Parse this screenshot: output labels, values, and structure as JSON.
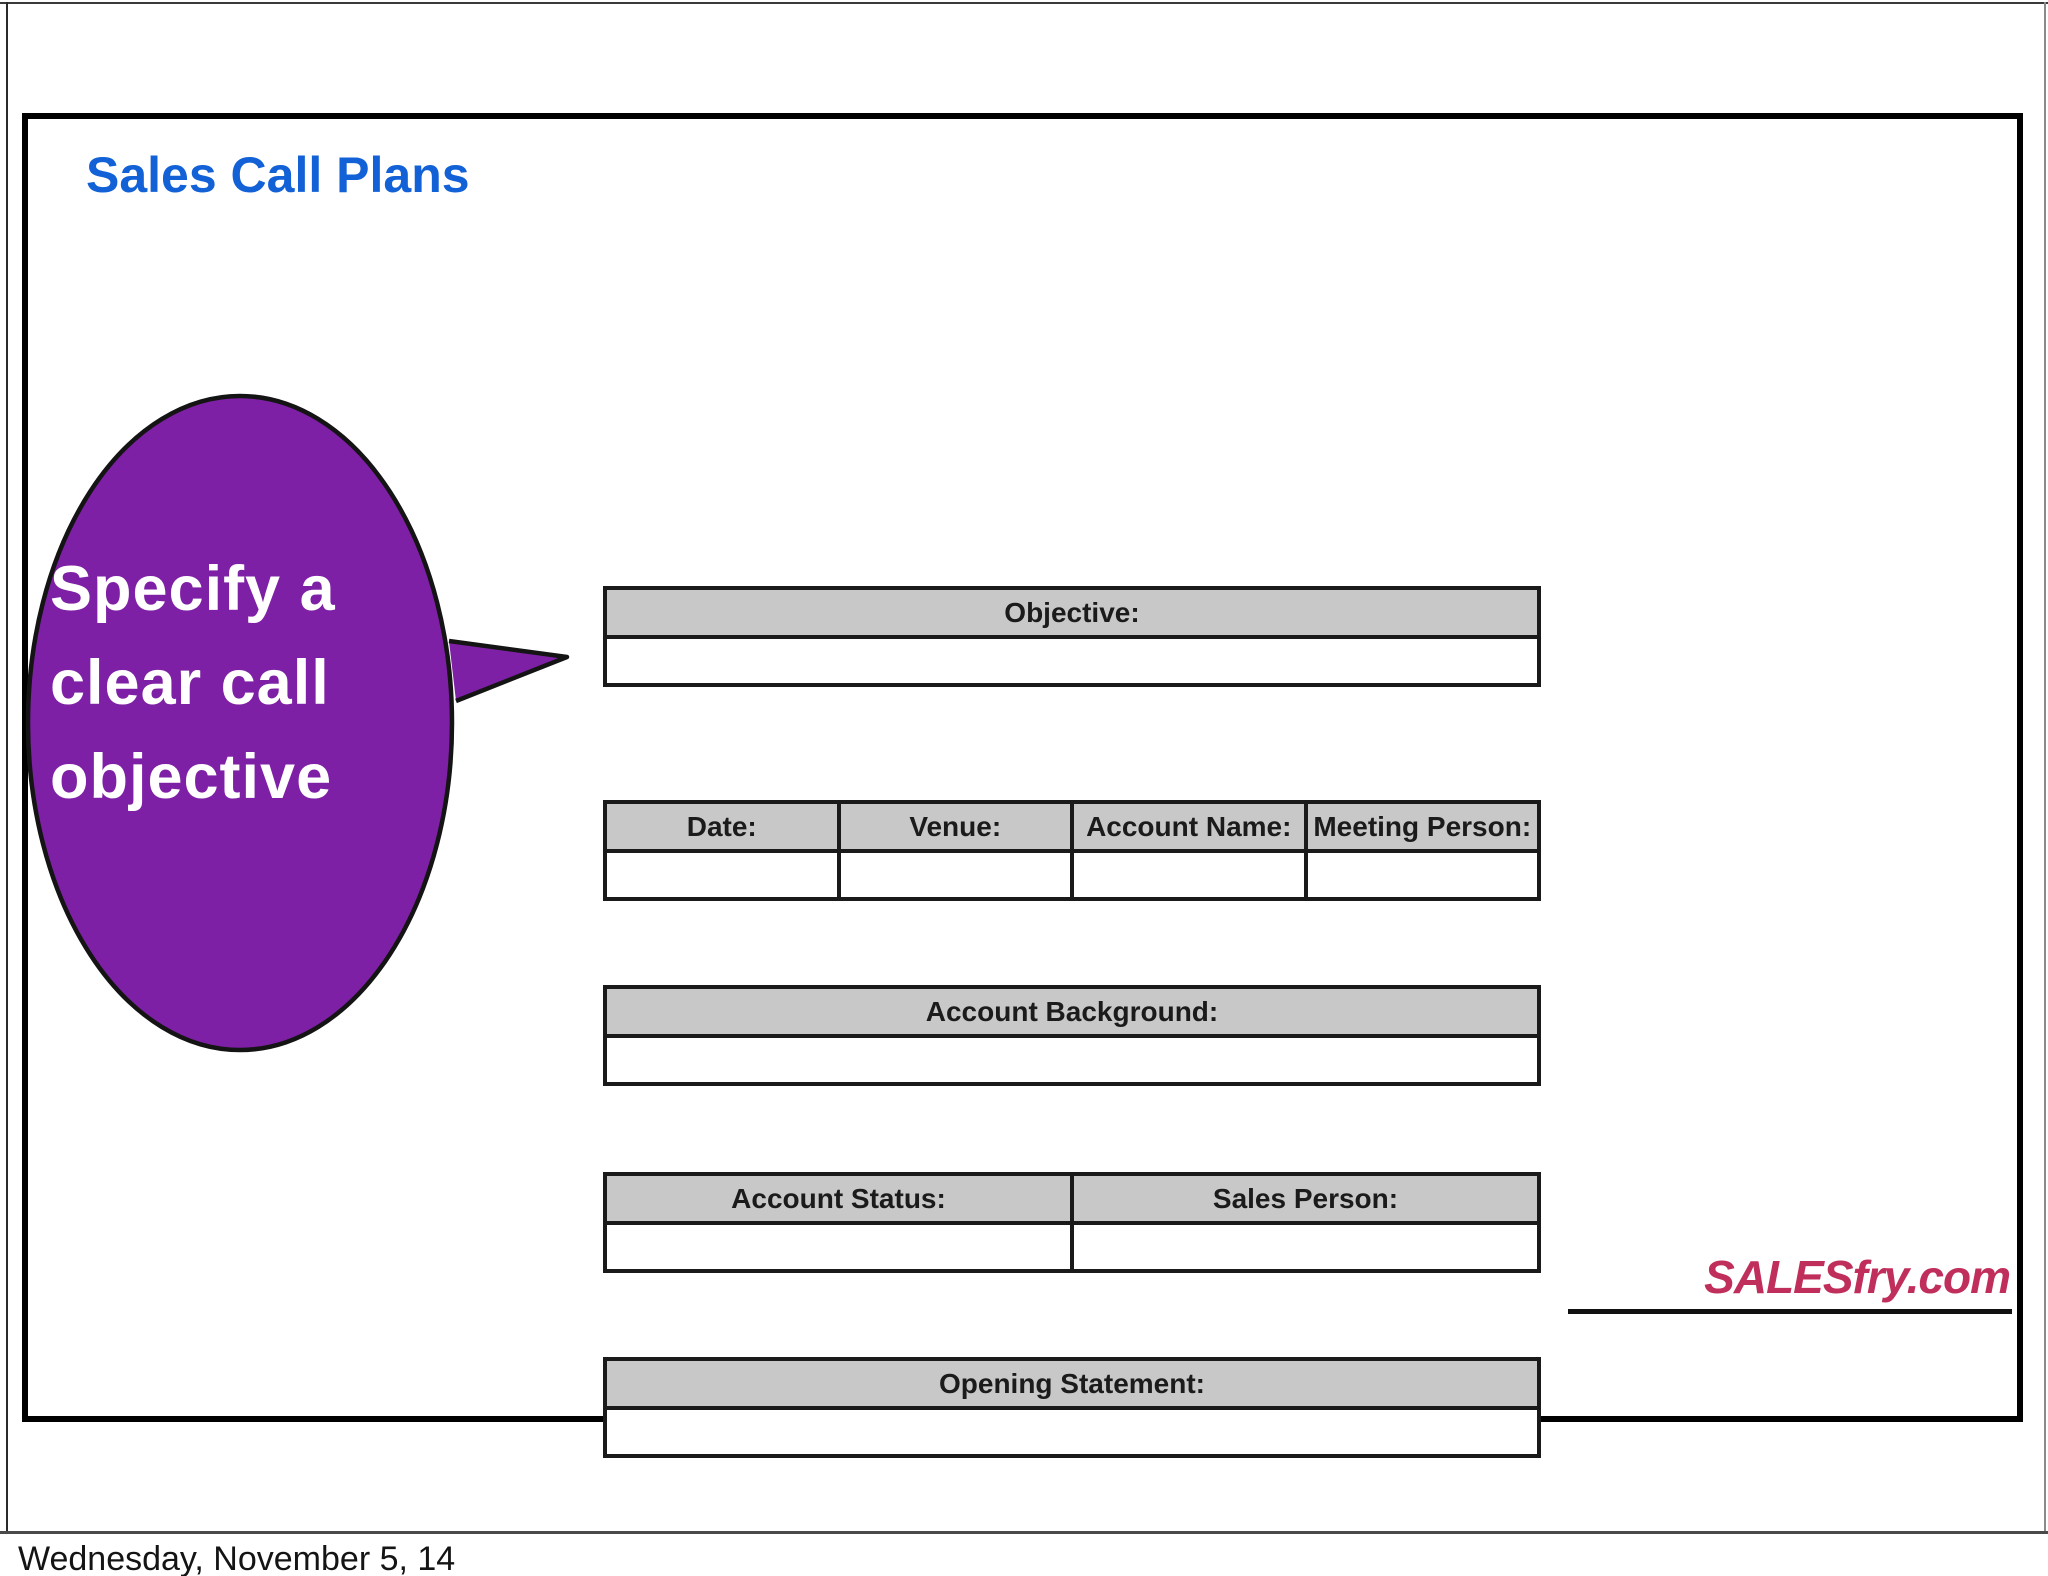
{
  "page": {
    "footer_date": "Wednesday, November 5, 14"
  },
  "slide": {
    "title": "Sales Call Plans",
    "title_color": "#1261d6",
    "border_color": "#000000"
  },
  "bubble": {
    "lines": [
      "Specify a",
      "clear call",
      "objective"
    ],
    "full_text": "Specify a clear call objective",
    "fill_color": "#7e20a5",
    "outline_color": "#141414",
    "text_color": "#ffffff"
  },
  "form": {
    "header_bg_color": "#c8c8c8",
    "border_color": "#1a1a1a",
    "tables": [
      {
        "id": "objective",
        "headers": [
          "Objective:"
        ],
        "rows": [
          [
            ""
          ]
        ]
      },
      {
        "id": "meeting-details",
        "headers": [
          "Date:",
          "Venue:",
          "Account Name:",
          "Meeting Person:"
        ],
        "rows": [
          [
            "",
            "",
            "",
            ""
          ]
        ]
      },
      {
        "id": "account-background",
        "headers": [
          "Account Background:"
        ],
        "rows": [
          [
            ""
          ]
        ]
      },
      {
        "id": "account-status",
        "headers": [
          "Account Status:",
          "Sales Person:"
        ],
        "rows": [
          [
            "",
            ""
          ]
        ]
      },
      {
        "id": "opening-statement",
        "headers": [
          "Opening Statement:"
        ],
        "rows": [
          [
            ""
          ]
        ]
      }
    ]
  },
  "logo": {
    "text": "SALESfry.com",
    "color": "#c02e5c"
  }
}
